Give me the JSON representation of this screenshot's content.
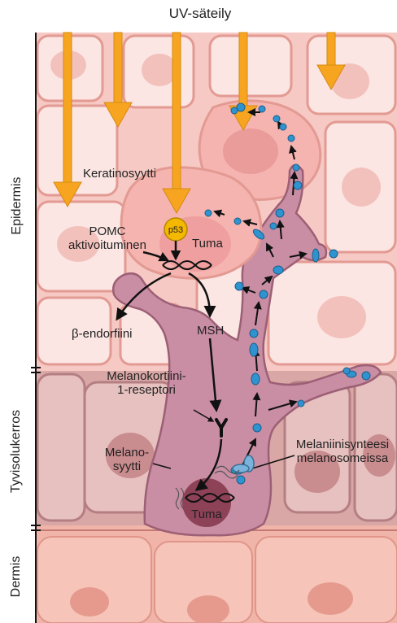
{
  "title": "UV-säteily",
  "layers": {
    "epidermis": "Epidermis",
    "basal": "Tyvisolukerros",
    "dermis": "Dermis"
  },
  "labels": {
    "keratinocyte": "Keratinosyytti",
    "p53": "p53",
    "nucleus_top": "Tuma",
    "pomc_line1": "POMC",
    "pomc_line2": "aktivoituminen",
    "endorphin": "β-endorfiini",
    "msh": "MSH",
    "mc1r_line1": "Melanokortiini-",
    "mc1r_line2": "1-reseptori",
    "melanocyte_line1": "Melano-",
    "melanocyte_line2": "syytti",
    "melanin_line1": "Melaniinisynteesi",
    "melanin_line2": "melanosomeissa",
    "nucleus_bottom": "Tuma"
  },
  "colors": {
    "epidermis_bg": "#f6c9c4",
    "cell_fill": "#fbe6e3",
    "cell_stroke": "#e39a93",
    "keratinocyte_fill": "#f5b4b0",
    "melanocyte_fill": "#c98ea3",
    "melanocyte_stroke": "#9c5f75",
    "uv_arrow": "#f7a520",
    "melanosome": "#2f93d0",
    "p53": "#f5b800",
    "basal_bg": "#d9a8a6",
    "dermis_bg": "#f0b4a8"
  },
  "icons": {
    "dna": "dna-helix-icon",
    "receptor": "receptor-y-icon",
    "melanosome": "melanosome-dot-icon"
  }
}
